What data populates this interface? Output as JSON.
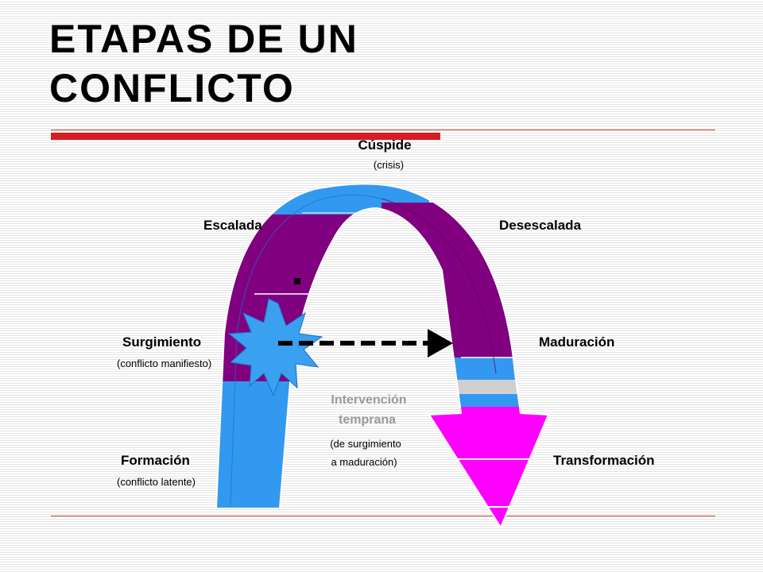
{
  "slide": {
    "title_line1": "ETAPAS DE UN",
    "title_line2": "CONFLICTO"
  },
  "stages": {
    "cuspide": {
      "label": "Cúspide",
      "sub": "(crisis)"
    },
    "escalada": {
      "label": "Escalada"
    },
    "desescalada": {
      "label": "Desescalada"
    },
    "surgimiento": {
      "label": "Surgimiento",
      "sub": "(conflicto manifiesto)"
    },
    "maduracion": {
      "label": "Maduración"
    },
    "formacion": {
      "label": "Formación",
      "sub": "(conflicto latente)"
    },
    "transformacion": {
      "label": "Transformación"
    },
    "intervencion": {
      "line1": "Intervención",
      "line2": "temprana",
      "line3": "(de surgimiento",
      "line4": "a maduración)"
    }
  },
  "colors": {
    "title_rule": "#d91c24",
    "band_blue": "#3399f0",
    "band_purple": "#800080",
    "band_magenta": "#ff00ff",
    "band_gray": "#d0d0d0",
    "burst": "#3aa0f0"
  }
}
